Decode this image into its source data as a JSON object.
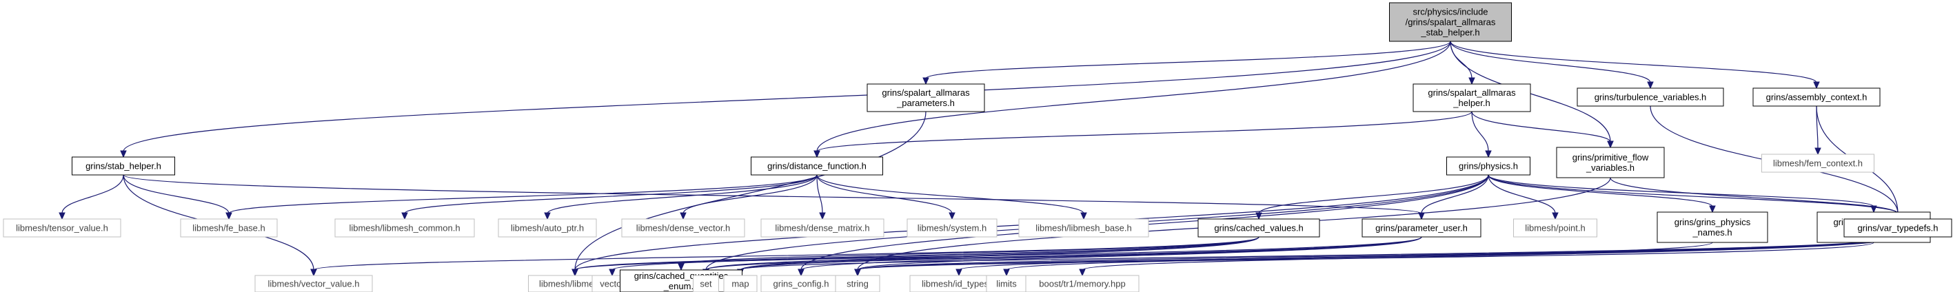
{
  "graph": {
    "nodes": [
      {
        "id": "root",
        "lines": [
          "src/physics/include",
          "/grins/spalart_allmaras",
          "_stab_helper.h"
        ],
        "kind": "root"
      },
      {
        "id": "sa_params",
        "lines": [
          "grins/spalart_allmaras",
          "_parameters.h"
        ],
        "kind": "normal"
      },
      {
        "id": "sa_helper",
        "lines": [
          "grins/spalart_allmaras",
          "_helper.h"
        ],
        "kind": "normal"
      },
      {
        "id": "turb_vars",
        "lines": [
          "grins/turbulence_variables.h"
        ],
        "kind": "normal"
      },
      {
        "id": "assembly",
        "lines": [
          "grins/assembly_context.h"
        ],
        "kind": "normal"
      },
      {
        "id": "fem_context",
        "lines": [
          "libmesh/fem_context.h"
        ],
        "kind": "external"
      },
      {
        "id": "stab_helper",
        "lines": [
          "grins/stab_helper.h"
        ],
        "kind": "normal"
      },
      {
        "id": "dist_func",
        "lines": [
          "grins/distance_function.h"
        ],
        "kind": "normal"
      },
      {
        "id": "physics",
        "lines": [
          "grins/physics.h"
        ],
        "kind": "normal"
      },
      {
        "id": "prim_flow",
        "lines": [
          "grins/primitive_flow",
          "_variables.h"
        ],
        "kind": "normal"
      },
      {
        "id": "tensor_value",
        "lines": [
          "libmesh/tensor_value.h"
        ],
        "kind": "external"
      },
      {
        "id": "fe_base",
        "lines": [
          "libmesh/fe_base.h"
        ],
        "kind": "external"
      },
      {
        "id": "libmesh_common",
        "lines": [
          "libmesh/libmesh_common.h"
        ],
        "kind": "external"
      },
      {
        "id": "auto_ptr",
        "lines": [
          "libmesh/auto_ptr.h"
        ],
        "kind": "external"
      },
      {
        "id": "dense_vector",
        "lines": [
          "libmesh/dense_vector.h"
        ],
        "kind": "external"
      },
      {
        "id": "dense_matrix",
        "lines": [
          "libmesh/dense_matrix.h"
        ],
        "kind": "external"
      },
      {
        "id": "system",
        "lines": [
          "libmesh/system.h"
        ],
        "kind": "external"
      },
      {
        "id": "libmesh_base",
        "lines": [
          "libmesh/libmesh_base.h"
        ],
        "kind": "external"
      },
      {
        "id": "cached_values",
        "lines": [
          "grins/cached_values.h"
        ],
        "kind": "normal"
      },
      {
        "id": "param_user",
        "lines": [
          "grins/parameter_user.h"
        ],
        "kind": "normal"
      },
      {
        "id": "point",
        "lines": [
          "libmesh/point.h"
        ],
        "kind": "external"
      },
      {
        "id": "grins_phys_names",
        "lines": [
          "grins/grins_physics",
          "_names.h"
        ],
        "kind": "normal"
      },
      {
        "id": "var_name_defaults",
        "lines": [
          "grins/variable_name",
          "_defaults.h"
        ],
        "kind": "normal"
      },
      {
        "id": "var_typedefs",
        "lines": [
          "grins/var_typedefs.h"
        ],
        "kind": "normal"
      },
      {
        "id": "vector_value",
        "lines": [
          "libmesh/vector_value.h"
        ],
        "kind": "external"
      },
      {
        "id": "libmesh_h",
        "lines": [
          "libmesh/libmesh.h"
        ],
        "kind": "external"
      },
      {
        "id": "vector",
        "lines": [
          "vector"
        ],
        "kind": "external"
      },
      {
        "id": "cached_q_enum",
        "lines": [
          "grins/cached_quantities",
          "_enum.h"
        ],
        "kind": "normal"
      },
      {
        "id": "set",
        "lines": [
          "set"
        ],
        "kind": "external"
      },
      {
        "id": "map",
        "lines": [
          "map"
        ],
        "kind": "external"
      },
      {
        "id": "grins_config",
        "lines": [
          "grins_config.h"
        ],
        "kind": "external"
      },
      {
        "id": "string",
        "lines": [
          "string"
        ],
        "kind": "external"
      },
      {
        "id": "id_types",
        "lines": [
          "libmesh/id_types.h"
        ],
        "kind": "external"
      },
      {
        "id": "limits",
        "lines": [
          "limits"
        ],
        "kind": "external"
      },
      {
        "id": "boost_memory",
        "lines": [
          "boost/tr1/memory.hpp"
        ],
        "kind": "external"
      }
    ],
    "edges": [
      [
        "root",
        "sa_params"
      ],
      [
        "root",
        "sa_helper"
      ],
      [
        "root",
        "turb_vars"
      ],
      [
        "root",
        "assembly"
      ],
      [
        "root",
        "stab_helper"
      ],
      [
        "root",
        "dist_func"
      ],
      [
        "root",
        "prim_flow"
      ],
      [
        "sa_params",
        "libmesh_h"
      ],
      [
        "sa_helper",
        "dist_func"
      ],
      [
        "sa_helper",
        "physics"
      ],
      [
        "sa_helper",
        "prim_flow"
      ],
      [
        "turb_vars",
        "var_typedefs"
      ],
      [
        "assembly",
        "fem_context"
      ],
      [
        "assembly",
        "var_typedefs"
      ],
      [
        "stab_helper",
        "tensor_value"
      ],
      [
        "stab_helper",
        "fe_base"
      ],
      [
        "stab_helper",
        "vector_value"
      ],
      [
        "stab_helper",
        "param_user"
      ],
      [
        "dist_func",
        "fe_base"
      ],
      [
        "dist_func",
        "libmesh_common"
      ],
      [
        "dist_func",
        "auto_ptr"
      ],
      [
        "dist_func",
        "dense_vector"
      ],
      [
        "dist_func",
        "dense_matrix"
      ],
      [
        "dist_func",
        "system"
      ],
      [
        "dist_func",
        "libmesh_base"
      ],
      [
        "physics",
        "cached_values"
      ],
      [
        "physics",
        "param_user"
      ],
      [
        "physics",
        "point"
      ],
      [
        "physics",
        "grins_phys_names"
      ],
      [
        "physics",
        "var_name_defaults"
      ],
      [
        "physics",
        "var_typedefs"
      ],
      [
        "physics",
        "libmesh_h"
      ],
      [
        "physics",
        "set"
      ],
      [
        "physics",
        "grins_config"
      ],
      [
        "prim_flow",
        "var_typedefs"
      ],
      [
        "prim_flow",
        "string"
      ],
      [
        "cached_values",
        "vector_value"
      ],
      [
        "cached_values",
        "libmesh_h"
      ],
      [
        "cached_values",
        "vector"
      ],
      [
        "cached_values",
        "cached_q_enum"
      ],
      [
        "cached_values",
        "set"
      ],
      [
        "cached_values",
        "map"
      ],
      [
        "param_user",
        "libmesh_h"
      ],
      [
        "param_user",
        "set"
      ],
      [
        "param_user",
        "map"
      ],
      [
        "param_user",
        "grins_config"
      ],
      [
        "param_user",
        "string"
      ],
      [
        "grins_phys_names",
        "string"
      ],
      [
        "var_name_defaults",
        "string"
      ],
      [
        "var_typedefs",
        "map"
      ],
      [
        "var_typedefs",
        "string"
      ],
      [
        "var_typedefs",
        "id_types"
      ],
      [
        "var_typedefs",
        "limits"
      ],
      [
        "var_typedefs",
        "boost_memory"
      ]
    ]
  }
}
